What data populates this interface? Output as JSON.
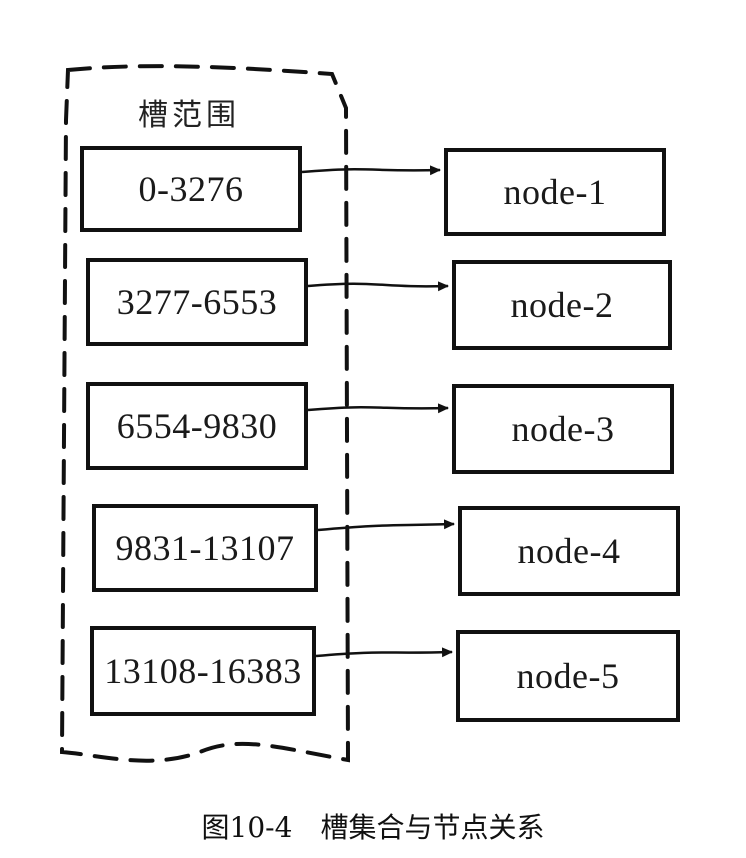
{
  "group": {
    "label": "槽范围"
  },
  "slots": [
    {
      "range": "0-3276",
      "node": "node-1"
    },
    {
      "range": "3277-6553",
      "node": "node-2"
    },
    {
      "range": "6554-9830",
      "node": "node-3"
    },
    {
      "range": "9831-13107",
      "node": "node-4"
    },
    {
      "range": "13108-16383",
      "node": "node-5"
    }
  ],
  "caption": "图10-4　槽集合与节点关系"
}
